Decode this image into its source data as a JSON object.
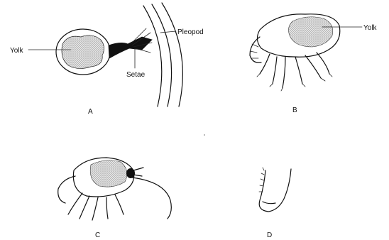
{
  "labels": {
    "a_yolk": "Yolk",
    "a_pleopod": "Pleopod",
    "a_setae": "Setae",
    "b_yolk": "Yolk"
  },
  "panels": {
    "a": "A",
    "b": "B",
    "c": "C",
    "d": "D"
  }
}
